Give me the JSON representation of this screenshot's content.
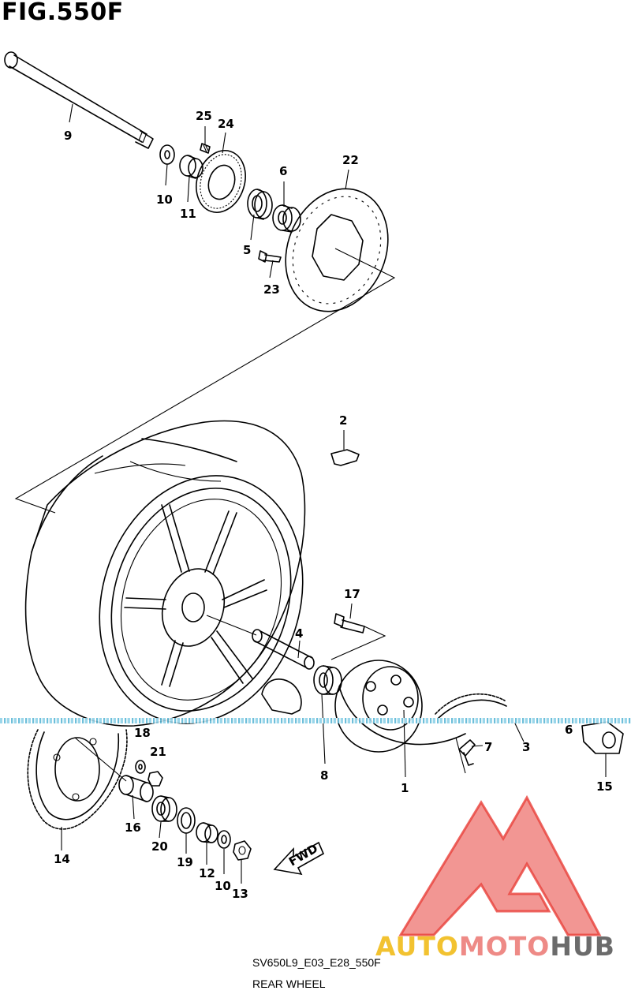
{
  "figure_title": "FIG.550F",
  "model_code": "SV650L9_E03_E28_550F",
  "caption": "REAR WHEEL",
  "arrow_label": "FWD",
  "watermark": {
    "auto": "AUTO",
    "moto": "MOTO",
    "hub": "HUB"
  },
  "colors": {
    "watermark_red": "#e8403a",
    "watermark_yellow": "#f2c230",
    "watermark_gray": "#6b6b6b",
    "scan_line": "#8fd1e8"
  },
  "callouts": {
    "c9": "9",
    "c10a": "10",
    "c11": "11",
    "c25": "25",
    "c24": "24",
    "c6a": "6",
    "c5": "5",
    "c23": "23",
    "c22": "22",
    "c2": "2",
    "c17": "17",
    "c4": "4",
    "c18": "18",
    "c21": "21",
    "c8": "8",
    "c1": "1",
    "c7": "7",
    "c3": "3",
    "c6b": "6",
    "c15": "15",
    "c16": "16",
    "c20": "20",
    "c19": "19",
    "c12": "12",
    "c10b": "10",
    "c13": "13",
    "c14": "14"
  }
}
